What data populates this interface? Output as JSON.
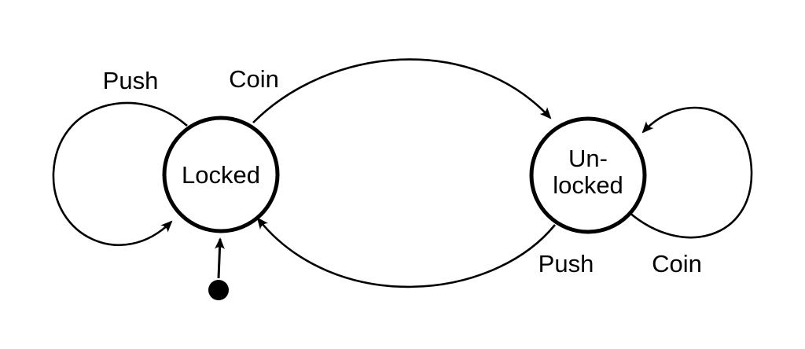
{
  "diagram": {
    "type": "finite-state-machine",
    "colors": {
      "stroke": "#000000",
      "background": "#ffffff",
      "text": "#000000"
    },
    "states": [
      {
        "id": "locked",
        "label": "Locked",
        "initial": true
      },
      {
        "id": "unlocked",
        "label_lines": [
          "Un-",
          "locked"
        ]
      }
    ],
    "transitions": [
      {
        "from": "locked",
        "to": "locked",
        "label": "Push"
      },
      {
        "from": "locked",
        "to": "unlocked",
        "label": "Coin"
      },
      {
        "from": "unlocked",
        "to": "unlocked",
        "label": "Coin"
      },
      {
        "from": "unlocked",
        "to": "locked",
        "label": "Push"
      }
    ]
  }
}
